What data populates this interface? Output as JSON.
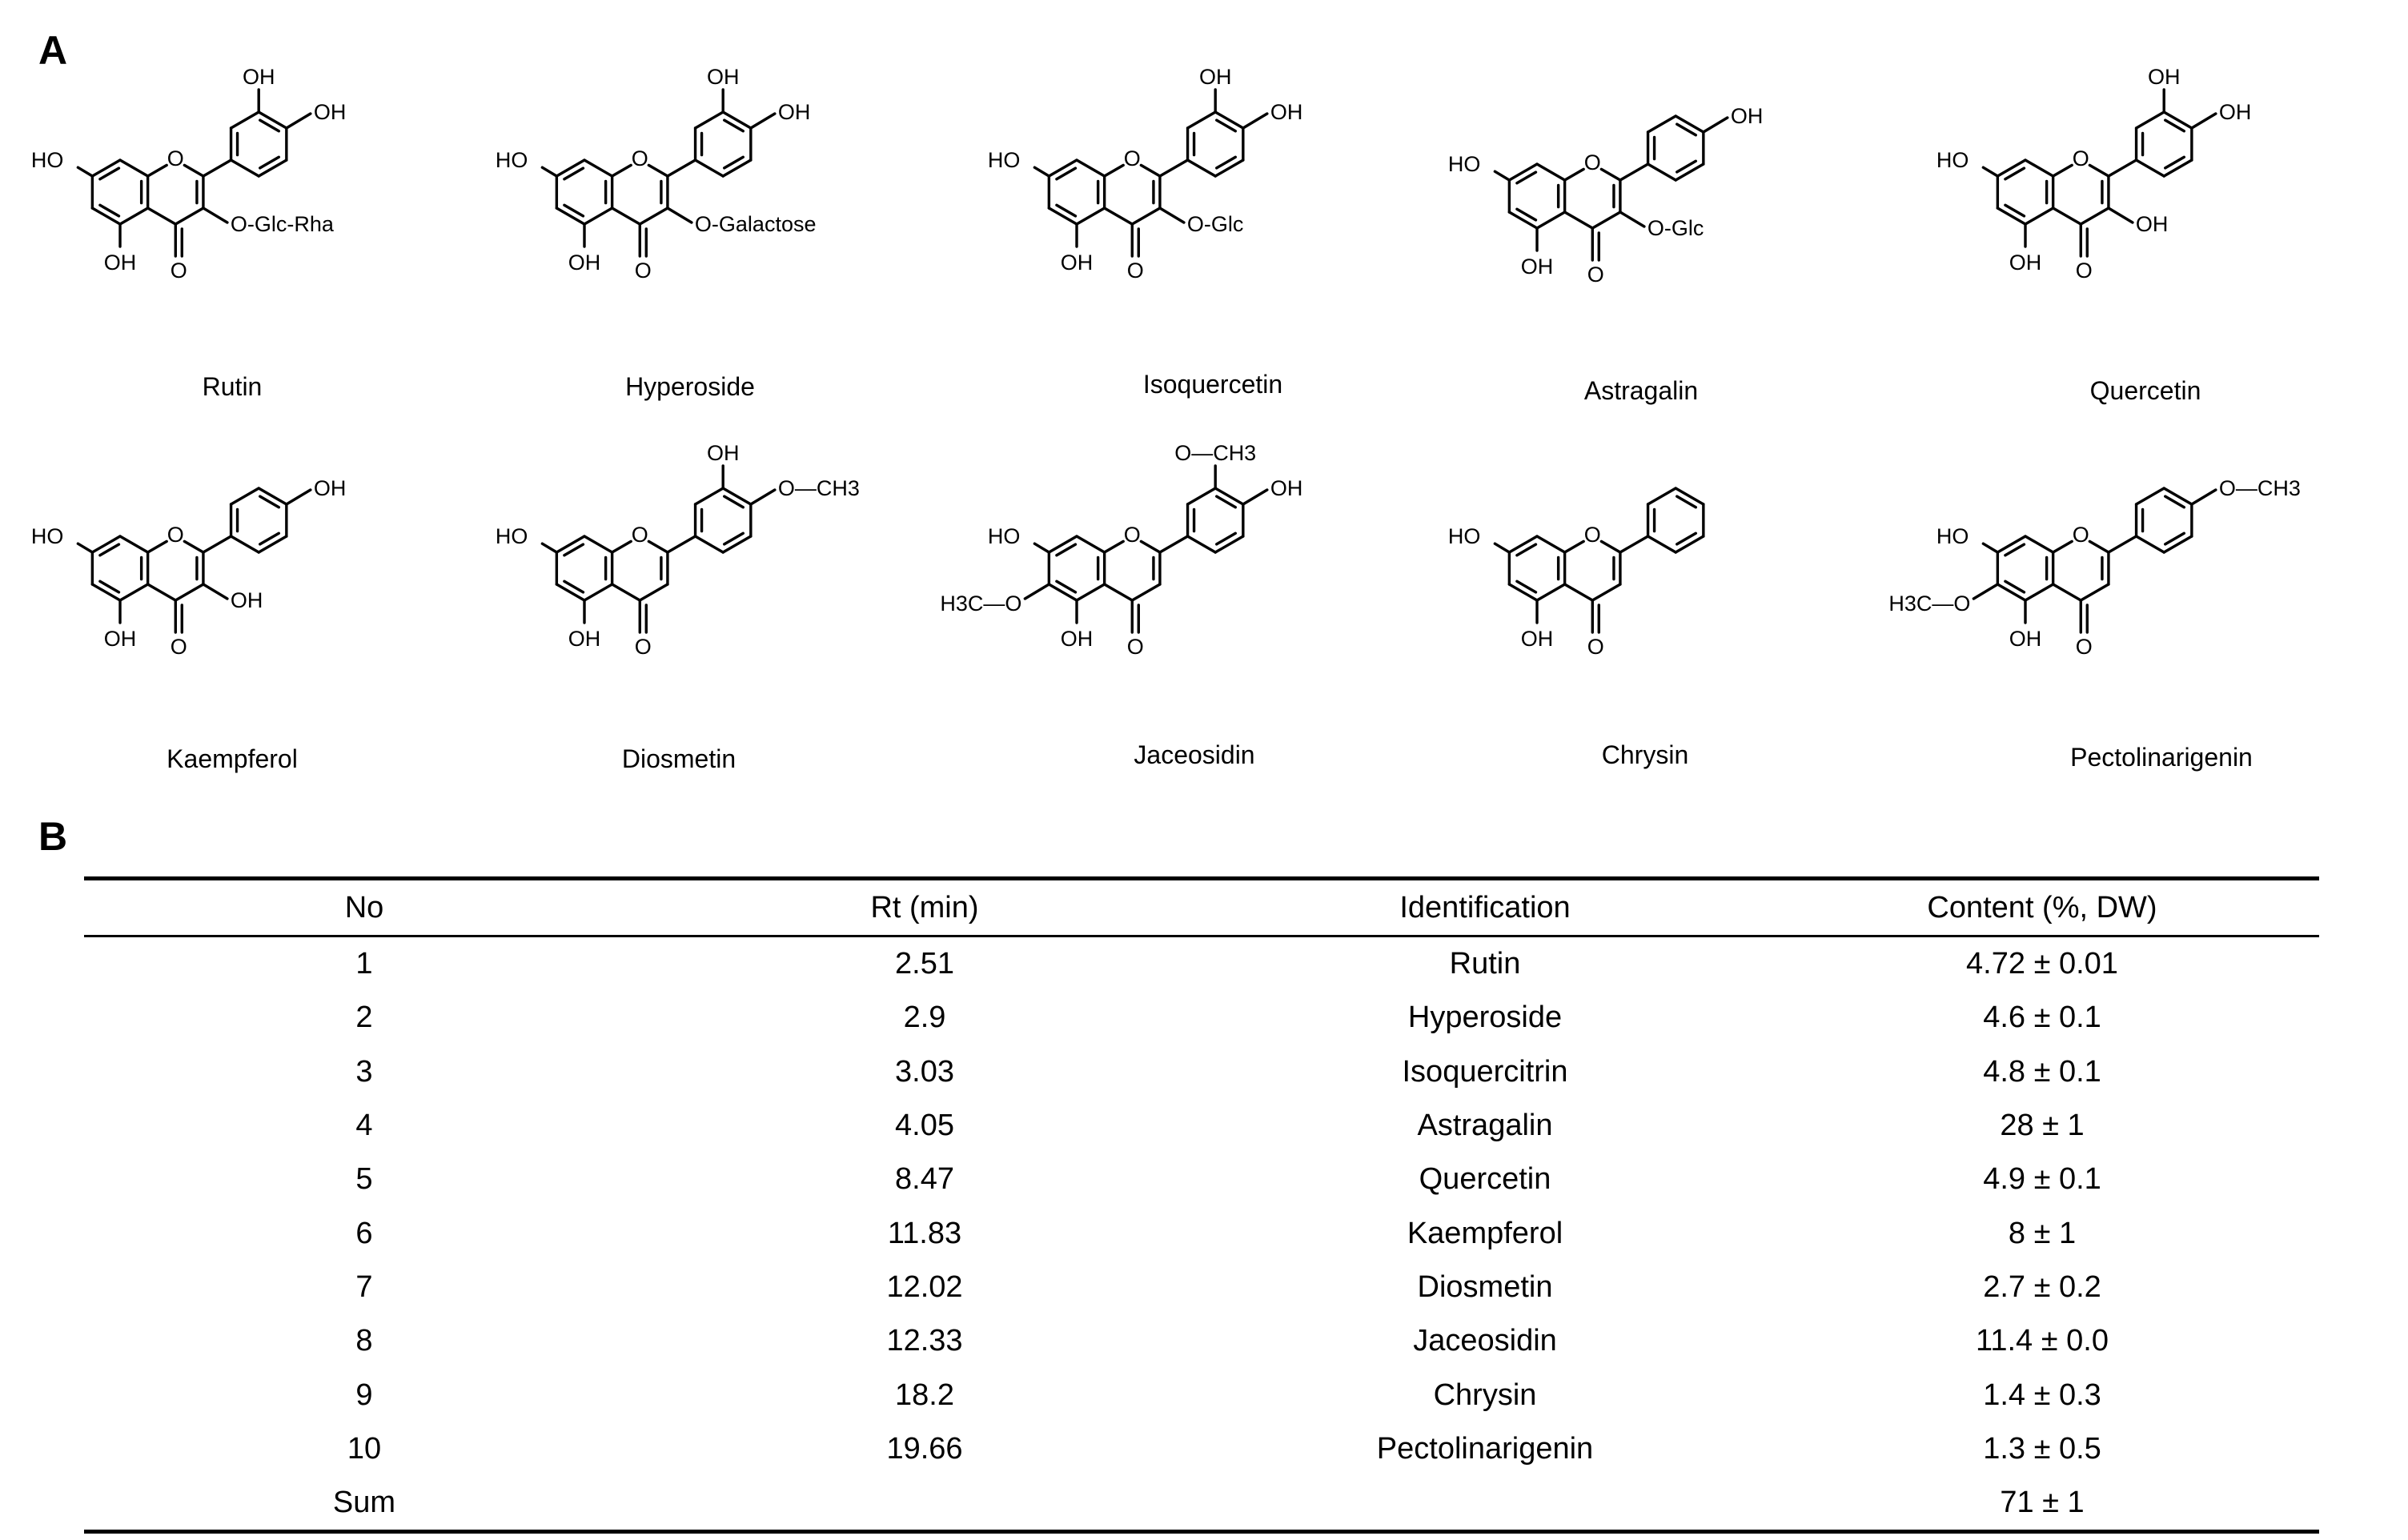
{
  "panels": {
    "a": "A",
    "b": "B"
  },
  "compounds": [
    {
      "name": "Rutin",
      "labels": {
        "r3": "OH",
        "r4": "OH",
        "r7": "HO",
        "r5": "OH",
        "r3o": "O-Glc-Rha"
      }
    },
    {
      "name": "Hyperoside",
      "labels": {
        "r3": "OH",
        "r4": "OH",
        "r7": "HO",
        "r5": "OH",
        "r3o": "O-Galactose"
      }
    },
    {
      "name": "Isoquercetin",
      "labels": {
        "r3": "OH",
        "r4": "OH",
        "r7": "HO",
        "r5": "OH",
        "r3o": "O-Glc"
      }
    },
    {
      "name": "Astragalin",
      "labels": {
        "r4": "OH",
        "r7": "HO",
        "r5": "OH",
        "r3o": "O-Glc"
      }
    },
    {
      "name": "Quercetin",
      "labels": {
        "r3": "OH",
        "r4": "OH",
        "r7": "HO",
        "r5": "OH",
        "r3o": "OH"
      }
    },
    {
      "name": "Kaempferol",
      "labels": {
        "r4": "OH",
        "r7": "HO",
        "r5": "OH",
        "r3o": "OH"
      }
    },
    {
      "name": "Diosmetin",
      "labels": {
        "r3": "OH",
        "r4": "O—CH3",
        "r7": "HO",
        "r5": "OH"
      }
    },
    {
      "name": "Jaceosidin",
      "labels": {
        "r3": "O—CH3",
        "r4": "OH",
        "r7": "HO",
        "r5": "OH",
        "r6": "H3C—O"
      }
    },
    {
      "name": "Chrysin",
      "labels": {
        "r7": "HO",
        "r5": "OH"
      }
    },
    {
      "name": "Pectolinarigenin",
      "labels": {
        "r4": "O—CH3",
        "r7": "HO",
        "r5": "OH",
        "r6": "H3C—O"
      }
    }
  ],
  "ring_o": "O",
  "keto_o": "O",
  "table": {
    "headers": [
      "No",
      "Rt (min)",
      "Identification",
      "Content (%, DW)"
    ],
    "rows": [
      [
        "1",
        "2.51",
        "Rutin",
        "4.72 ± 0.01"
      ],
      [
        "2",
        "2.9",
        "Hyperoside",
        "4.6 ± 0.1"
      ],
      [
        "3",
        "3.03",
        "Isoquercitrin",
        "4.8 ± 0.1"
      ],
      [
        "4",
        "4.05",
        "Astragalin",
        "28 ± 1"
      ],
      [
        "5",
        "8.47",
        "Quercetin",
        "4.9 ± 0.1"
      ],
      [
        "6",
        "11.83",
        "Kaempferol",
        "8 ± 1"
      ],
      [
        "7",
        "12.02",
        "Diosmetin",
        "2.7 ± 0.2"
      ],
      [
        "8",
        "12.33",
        "Jaceosidin",
        "11.4 ± 0.0"
      ],
      [
        "9",
        "18.2",
        "Chrysin",
        "1.4 ± 0.3"
      ],
      [
        "10",
        "19.66",
        "Pectolinarigenin",
        "1.3 ± 0.5"
      ],
      [
        "Sum",
        "",
        "",
        "71 ± 1"
      ]
    ]
  }
}
